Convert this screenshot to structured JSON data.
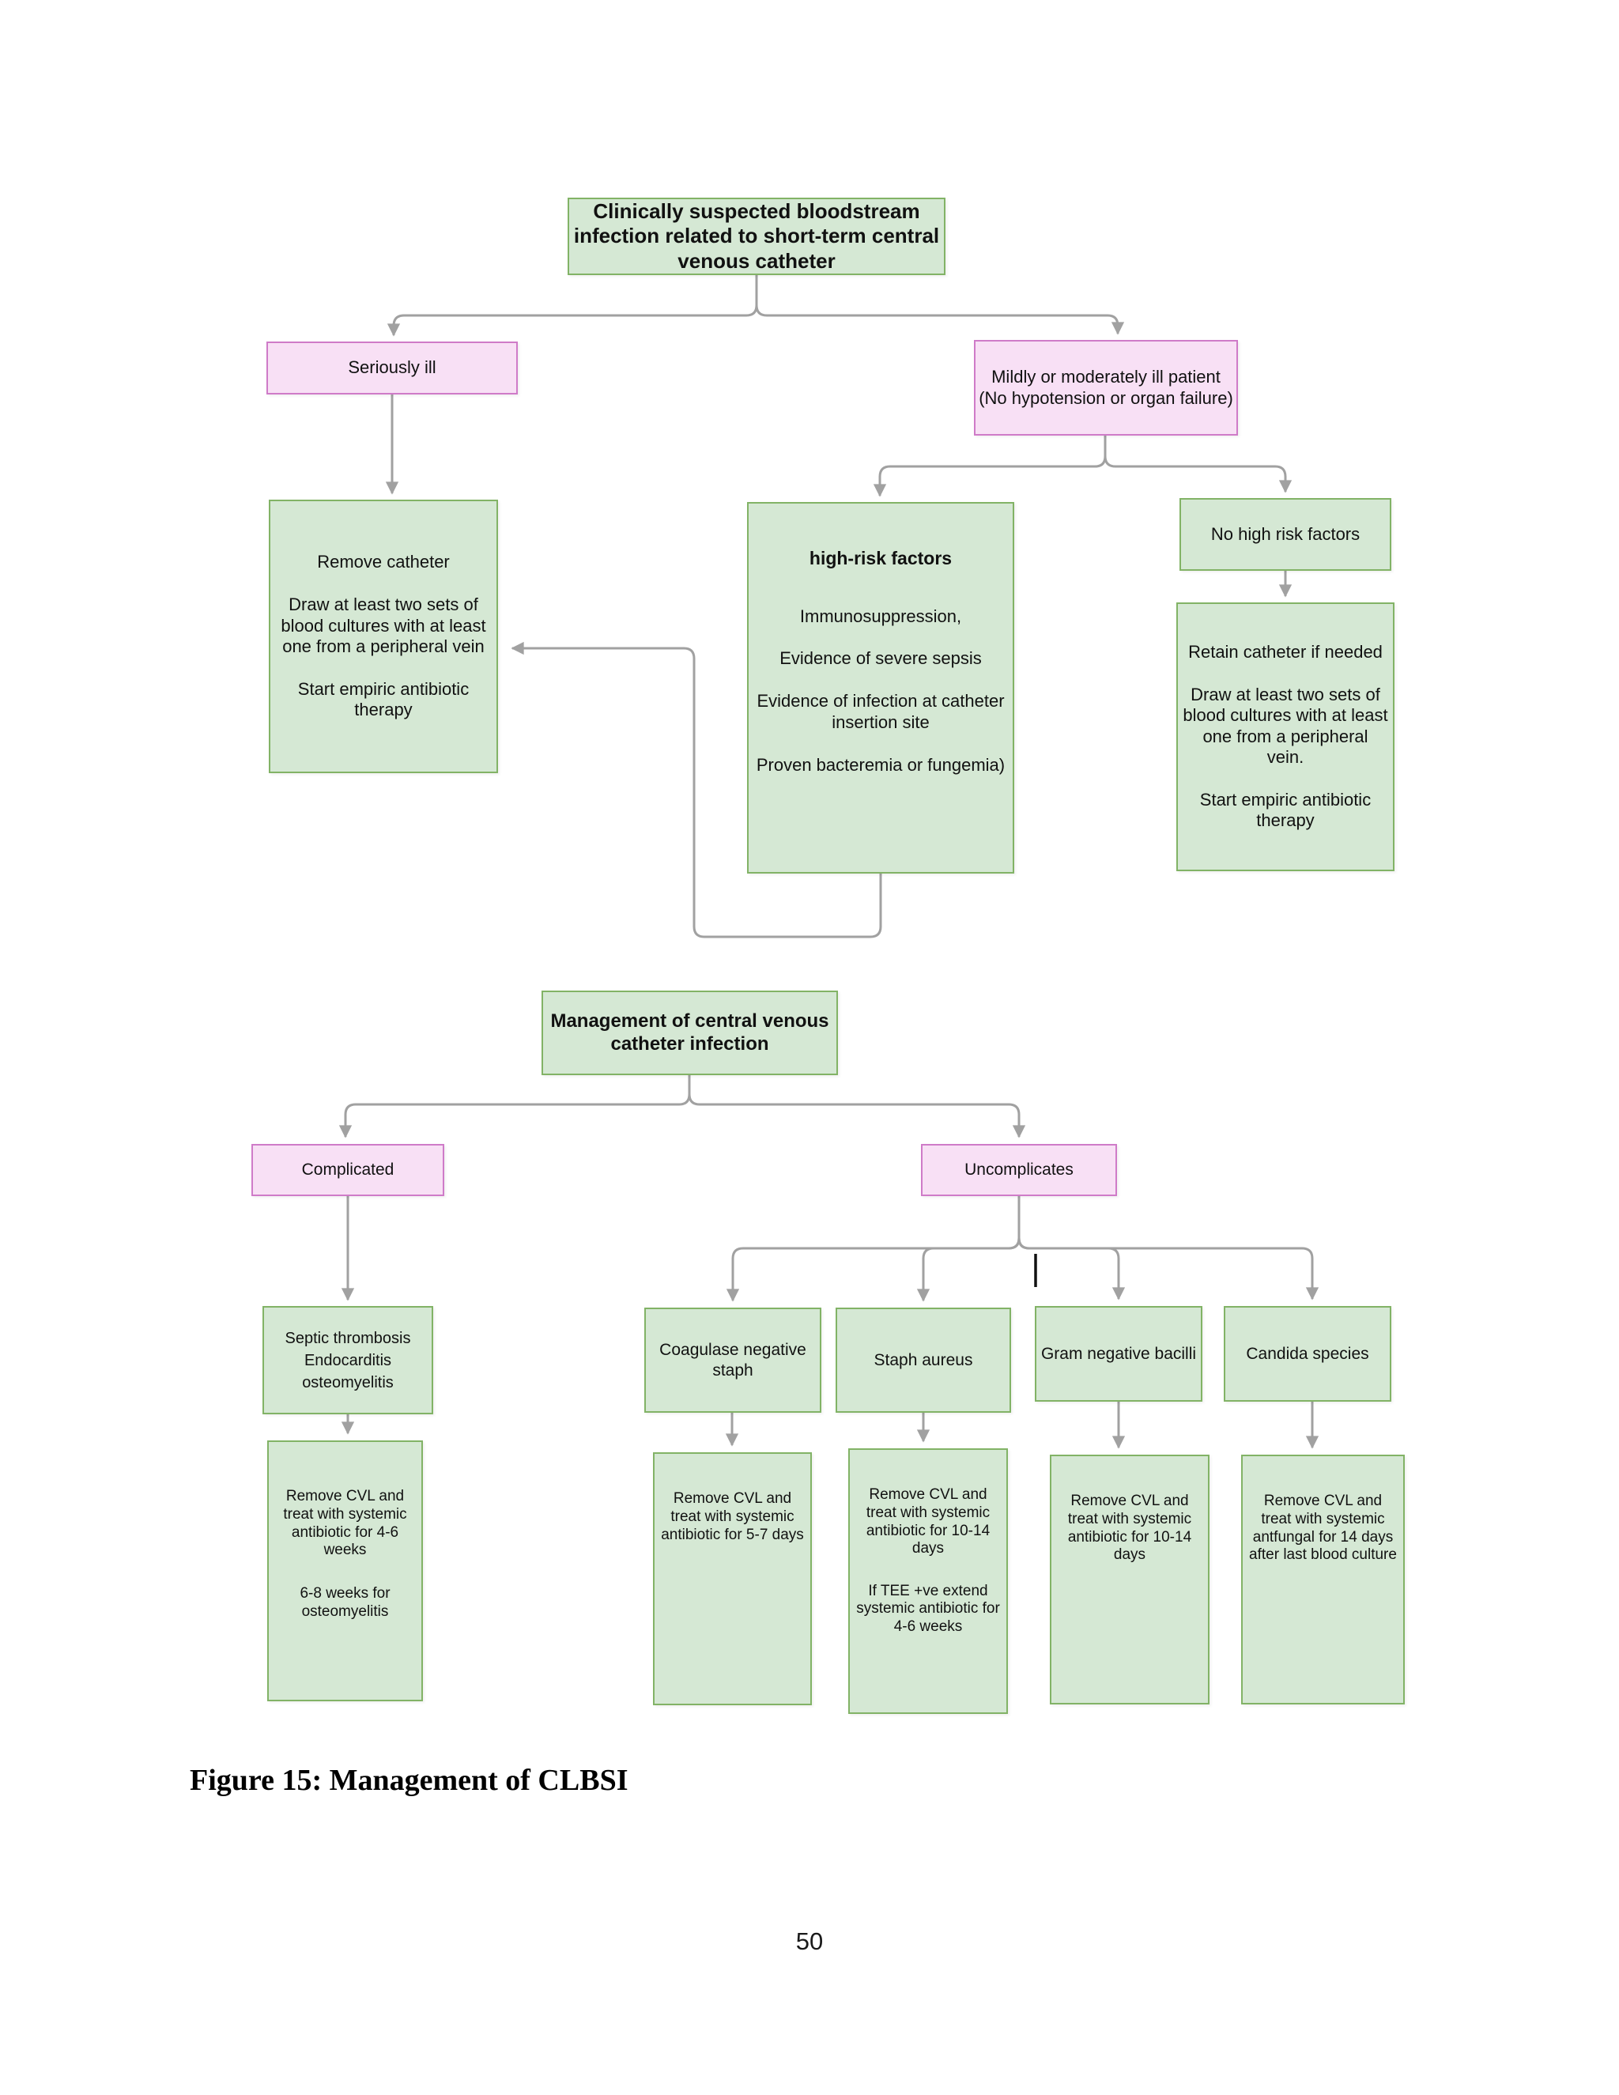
{
  "page": {
    "caption": "Figure 15: Management of CLBSI",
    "page_number": "50"
  },
  "colors": {
    "green_fill": "#d5e8d4",
    "green_border": "#82b366",
    "pink_fill": "#f8e0f5",
    "pink_border": "#cf7bc8",
    "connector": "#a1a1a1"
  },
  "chart1": {
    "root": "Clinically suspected bloodstream infection related to short-term central venous catheter",
    "seriously_ill": "Seriously ill",
    "mildly_ill": "Mildly or moderately ill patient (No hypotension or organ failure)",
    "remove_catheter": {
      "lines": [
        "Remove catheter",
        "Draw at least two sets of blood cultures with at least one from a peripheral vein",
        "Start empiric antibiotic therapy"
      ]
    },
    "high_risk": {
      "title": "high-risk factors",
      "lines": [
        "Immunosuppression,",
        "Evidence of severe sepsis",
        "Evidence of infection at catheter insertion site",
        "Proven bacteremia or fungemia)"
      ]
    },
    "no_high_risk": "No high risk factors",
    "retain_catheter": {
      "lines": [
        "Retain catheter if needed",
        "Draw at least two sets of blood cultures with at least one from a peripheral vein.",
        "Start empiric antibiotic therapy"
      ]
    }
  },
  "chart2": {
    "root": "Management of central venous catheter infection",
    "complicated": "Complicated",
    "uncomplicated": "Uncomplicates",
    "septic": {
      "lines": [
        "Septic thrombosis",
        "Endocarditis",
        "osteomyelitis"
      ]
    },
    "complicated_treatment": {
      "lines": [
        "Remove CVL and treat with systemic antibiotic for 4-6 weeks",
        "6-8 weeks for osteomyelitis"
      ]
    },
    "organisms": [
      {
        "name": "Coagulase negative staph",
        "treatment_lines": [
          "Remove CVL and treat with systemic antibiotic for 5-7 days"
        ]
      },
      {
        "name": "Staph aureus",
        "treatment_lines": [
          "Remove CVL and treat with systemic antibiotic for 10-14 days",
          "If TEE +ve extend systemic antibiotic for 4-6 weeks"
        ]
      },
      {
        "name": "Gram negative bacilli",
        "treatment_lines": [
          "Remove CVL and treat with systemic antibiotic for 10-14 days"
        ]
      },
      {
        "name": "Candida species",
        "treatment_lines": [
          "Remove CVL and treat with systemic antfungal for 14 days after last blood culture"
        ]
      }
    ]
  }
}
